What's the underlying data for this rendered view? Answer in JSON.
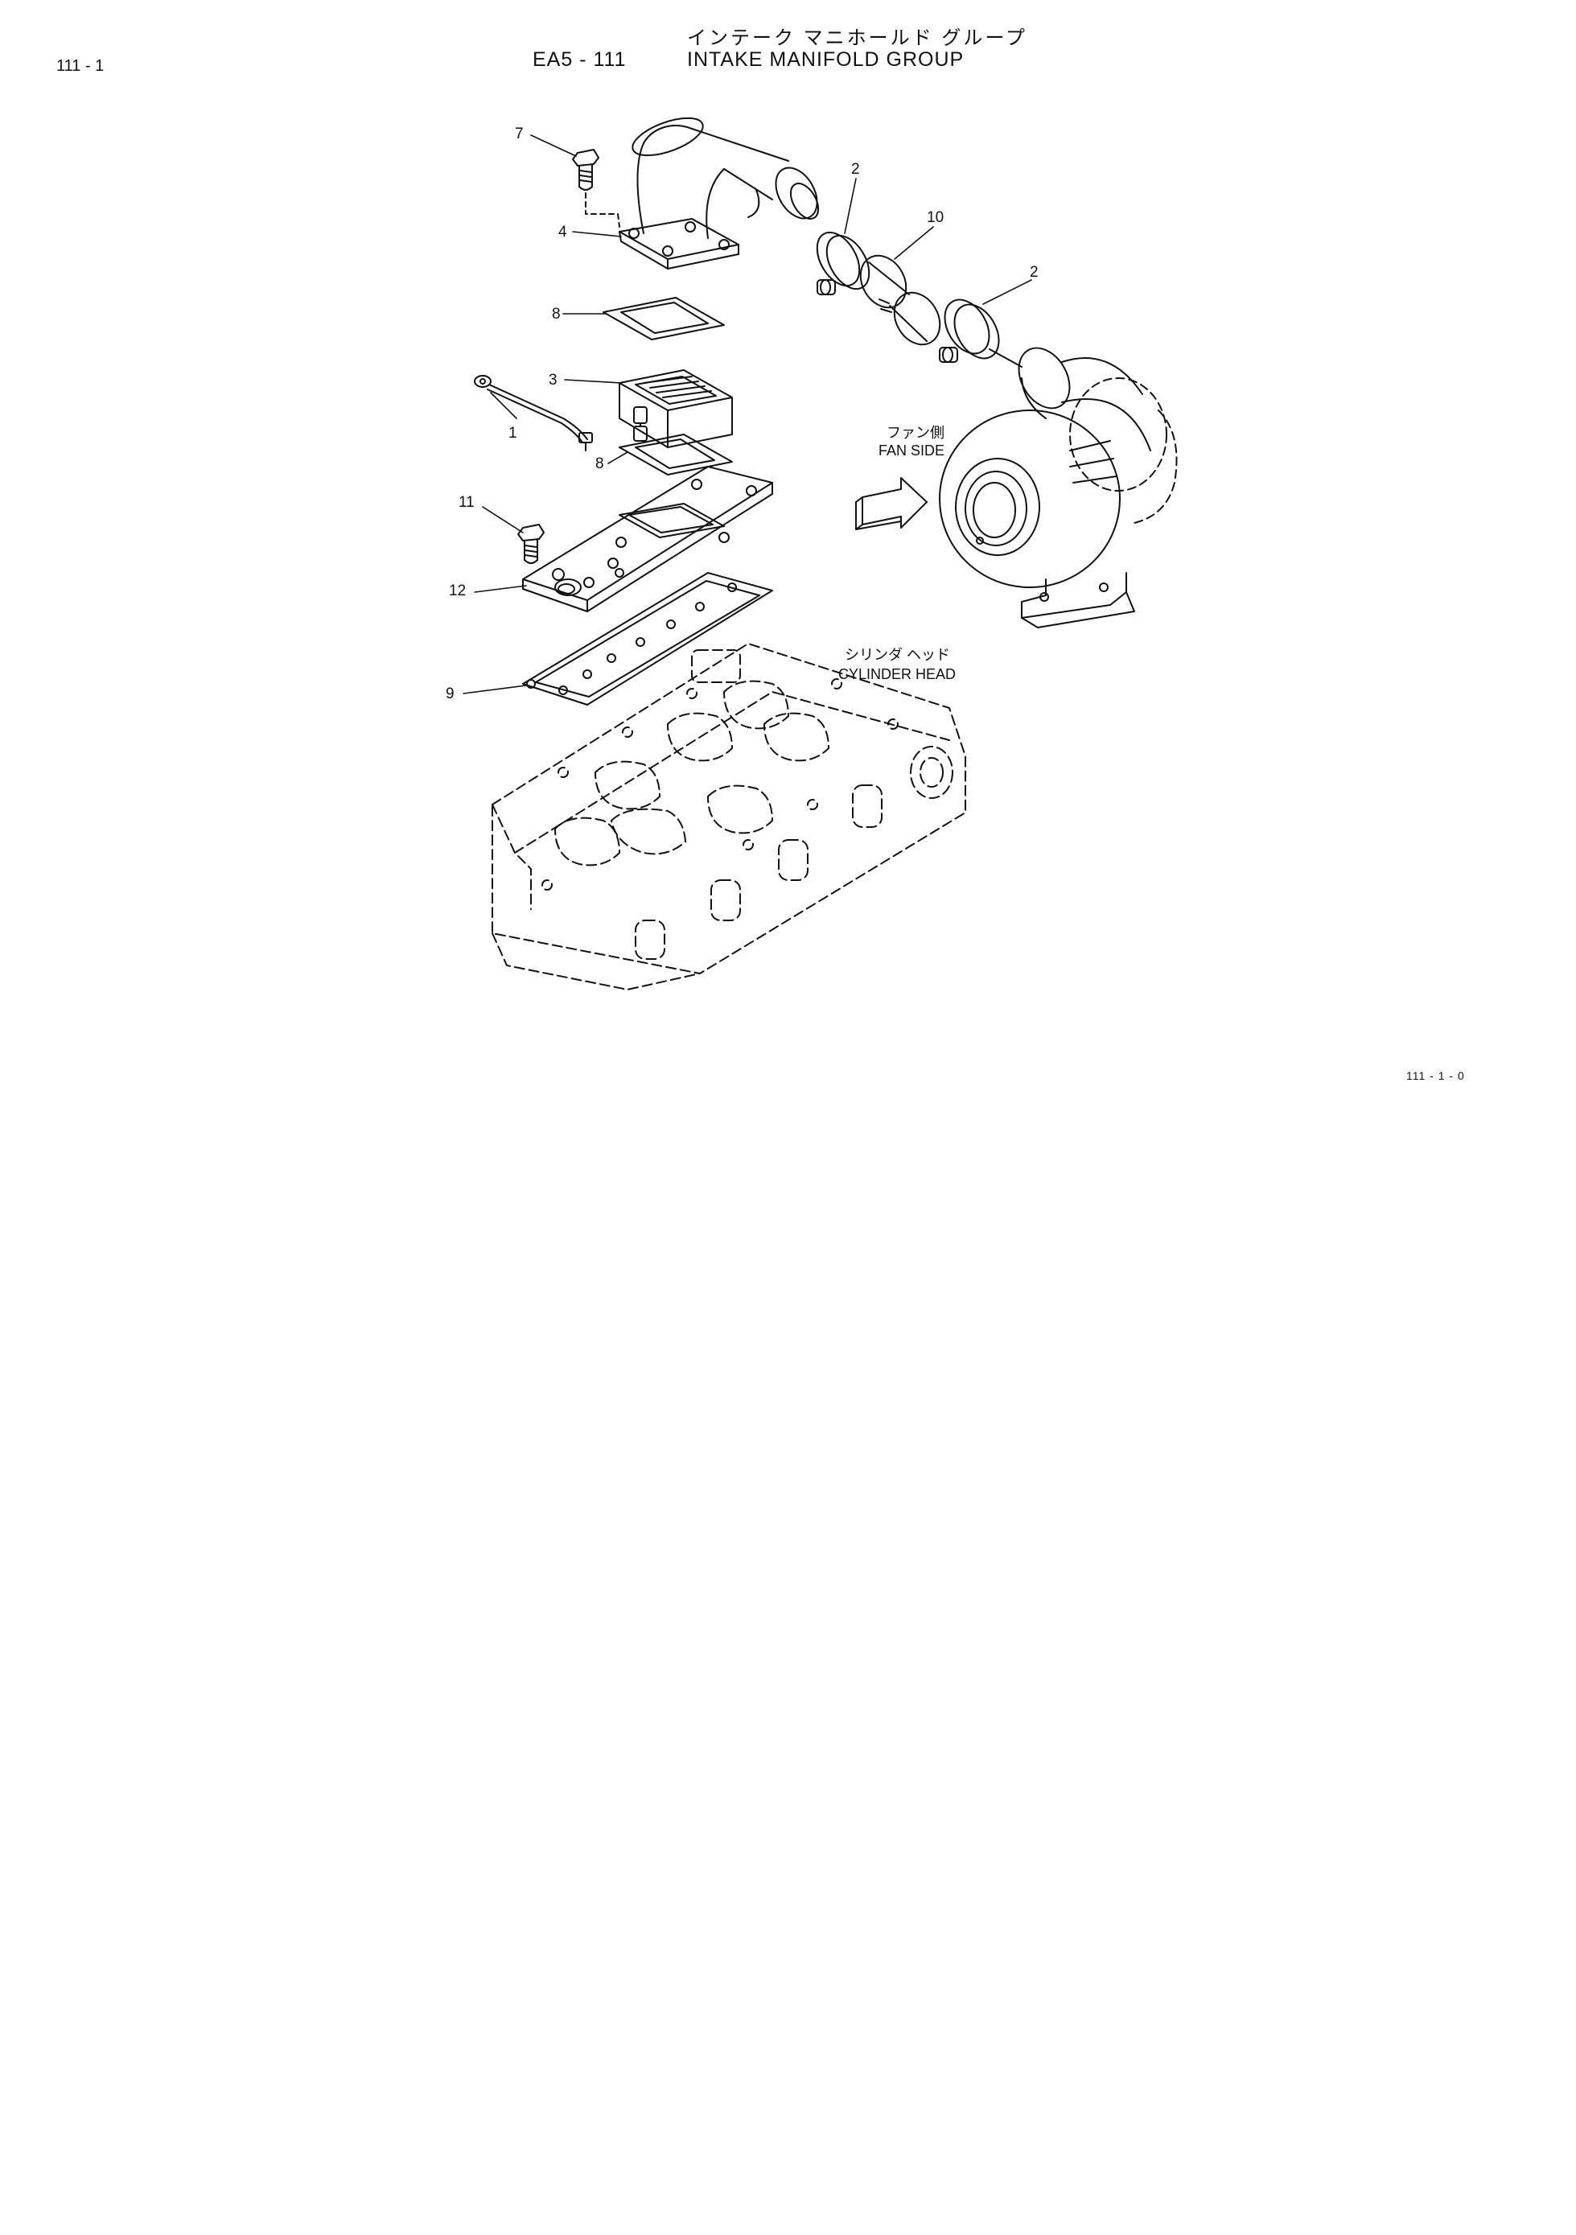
{
  "header": {
    "page_code": "111 - 1",
    "title_jp": "インテーク マニホールド グループ",
    "section_code": "EA5 - 111",
    "title_en": "INTAKE MANIFOLD GROUP"
  },
  "callouts": {
    "c1": "1",
    "c2a": "2",
    "c2b": "2",
    "c3": "3",
    "c4": "4",
    "c7": "7",
    "c8a": "8",
    "c8b": "8",
    "c9": "9",
    "c10": "10",
    "c11": "11",
    "c12": "12"
  },
  "annotations": {
    "fan_side_jp": "ファン側",
    "fan_side_en": "FAN SIDE",
    "cylinder_head_jp": "シリンダ ヘッド",
    "cylinder_head_en": "CYLINDER HEAD"
  },
  "footer": {
    "figure_code": "111 - 1 - 0"
  }
}
